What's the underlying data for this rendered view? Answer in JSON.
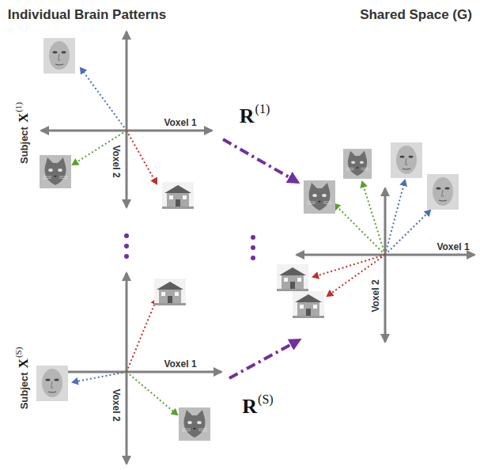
{
  "diagram": {
    "labels": [
      "Individual Brain Patterns",
      "Shared Space (G)",
      "Voxel 1",
      "Voxel 2",
      "Subject",
      "X",
      "(1)",
      "R",
      "(1)",
      "Voxel 1",
      "Voxel 2",
      "R",
      "(S)",
      "Subject",
      "X",
      "(S)",
      "Voxel 1",
      "Voxel 2"
    ]
  }
}
